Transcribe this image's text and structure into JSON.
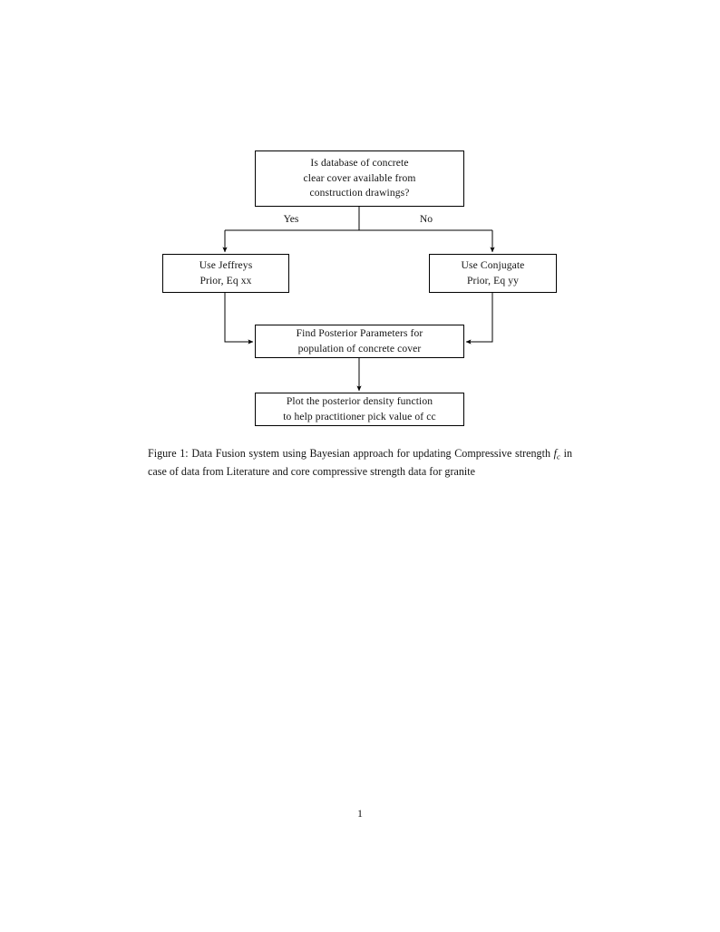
{
  "document": {
    "page_number": "1",
    "background_color": "#ffffff",
    "text_color": "#141414"
  },
  "figure": {
    "caption": {
      "prefix": "Figure 1:",
      "part1": " Data Fusion system using Bayesian approach for updating Compressive strength ",
      "math_symbol": "f",
      "math_subscript": "c",
      "part2": " in case of data from Literature and core compressive strength data for granite",
      "full_text": "Figure 1: Data Fusion system using Bayesian approach for updating Compressive strength f_c in case of data from Literature and core compressive strength data for granite"
    },
    "diagram": {
      "type": "flowchart",
      "stroke_color": "#000000",
      "fill_color": "#ffffff",
      "nodes": [
        {
          "id": "decision",
          "shape": "rectangle",
          "lines": [
            "Is database of concrete",
            "clear cover available from",
            "construction drawings?"
          ]
        },
        {
          "id": "jeffreys",
          "shape": "rectangle",
          "lines": [
            "Use Jeffreys",
            "Prior, Eq xx"
          ]
        },
        {
          "id": "conjugate",
          "shape": "rectangle",
          "lines": [
            "Use Conjugate",
            "Prior, Eq yy"
          ]
        },
        {
          "id": "posterior",
          "shape": "rectangle",
          "lines": [
            "Find Posterior Parameters for",
            "population of concrete cover"
          ]
        },
        {
          "id": "plot",
          "shape": "rectangle",
          "lines": [
            "Plot the posterior density function",
            "to help practitioner pick value of cc"
          ]
        }
      ],
      "edge_labels": {
        "yes": "Yes",
        "no": "No"
      },
      "edges": [
        {
          "from": "decision",
          "to": "jeffreys",
          "label": "Yes"
        },
        {
          "from": "decision",
          "to": "conjugate",
          "label": "No"
        },
        {
          "from": "jeffreys",
          "to": "posterior",
          "label": ""
        },
        {
          "from": "conjugate",
          "to": "posterior",
          "label": ""
        },
        {
          "from": "posterior",
          "to": "plot",
          "label": ""
        }
      ]
    }
  }
}
